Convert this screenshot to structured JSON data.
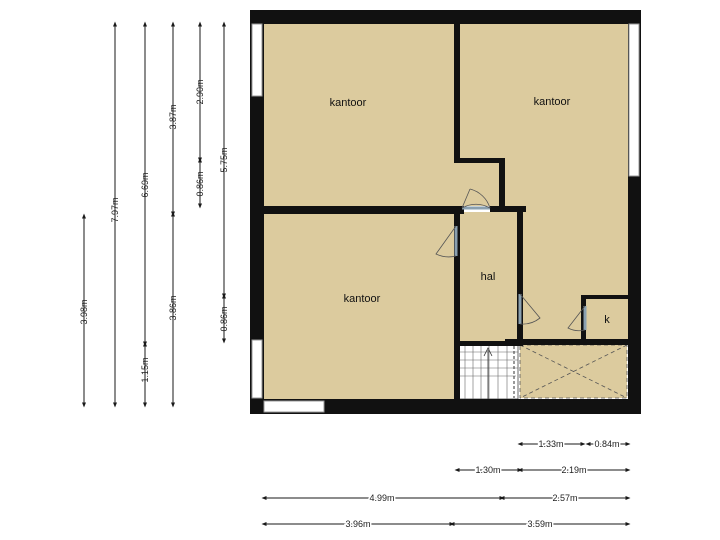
{
  "rooms": {
    "kantoor_top_left": "kantoor",
    "kantoor_top_right": "kantoor",
    "kantoor_bottom": "kantoor",
    "hal": "hal",
    "k": "k"
  },
  "dimensions": {
    "vertical": [
      "3.98m",
      "7.97m",
      "6.69m",
      "1.15m",
      "3.87m",
      "3.86m",
      "2.90m",
      "0.86m",
      "5.75m",
      "0.86m"
    ],
    "horizontal": [
      "1.33m",
      "0.84m",
      "1.30m",
      "2.19m",
      "4.99m",
      "2.57m",
      "3.96m",
      "3.59m"
    ]
  },
  "colors": {
    "floor": "#dccb9e",
    "wall": "#111111"
  }
}
